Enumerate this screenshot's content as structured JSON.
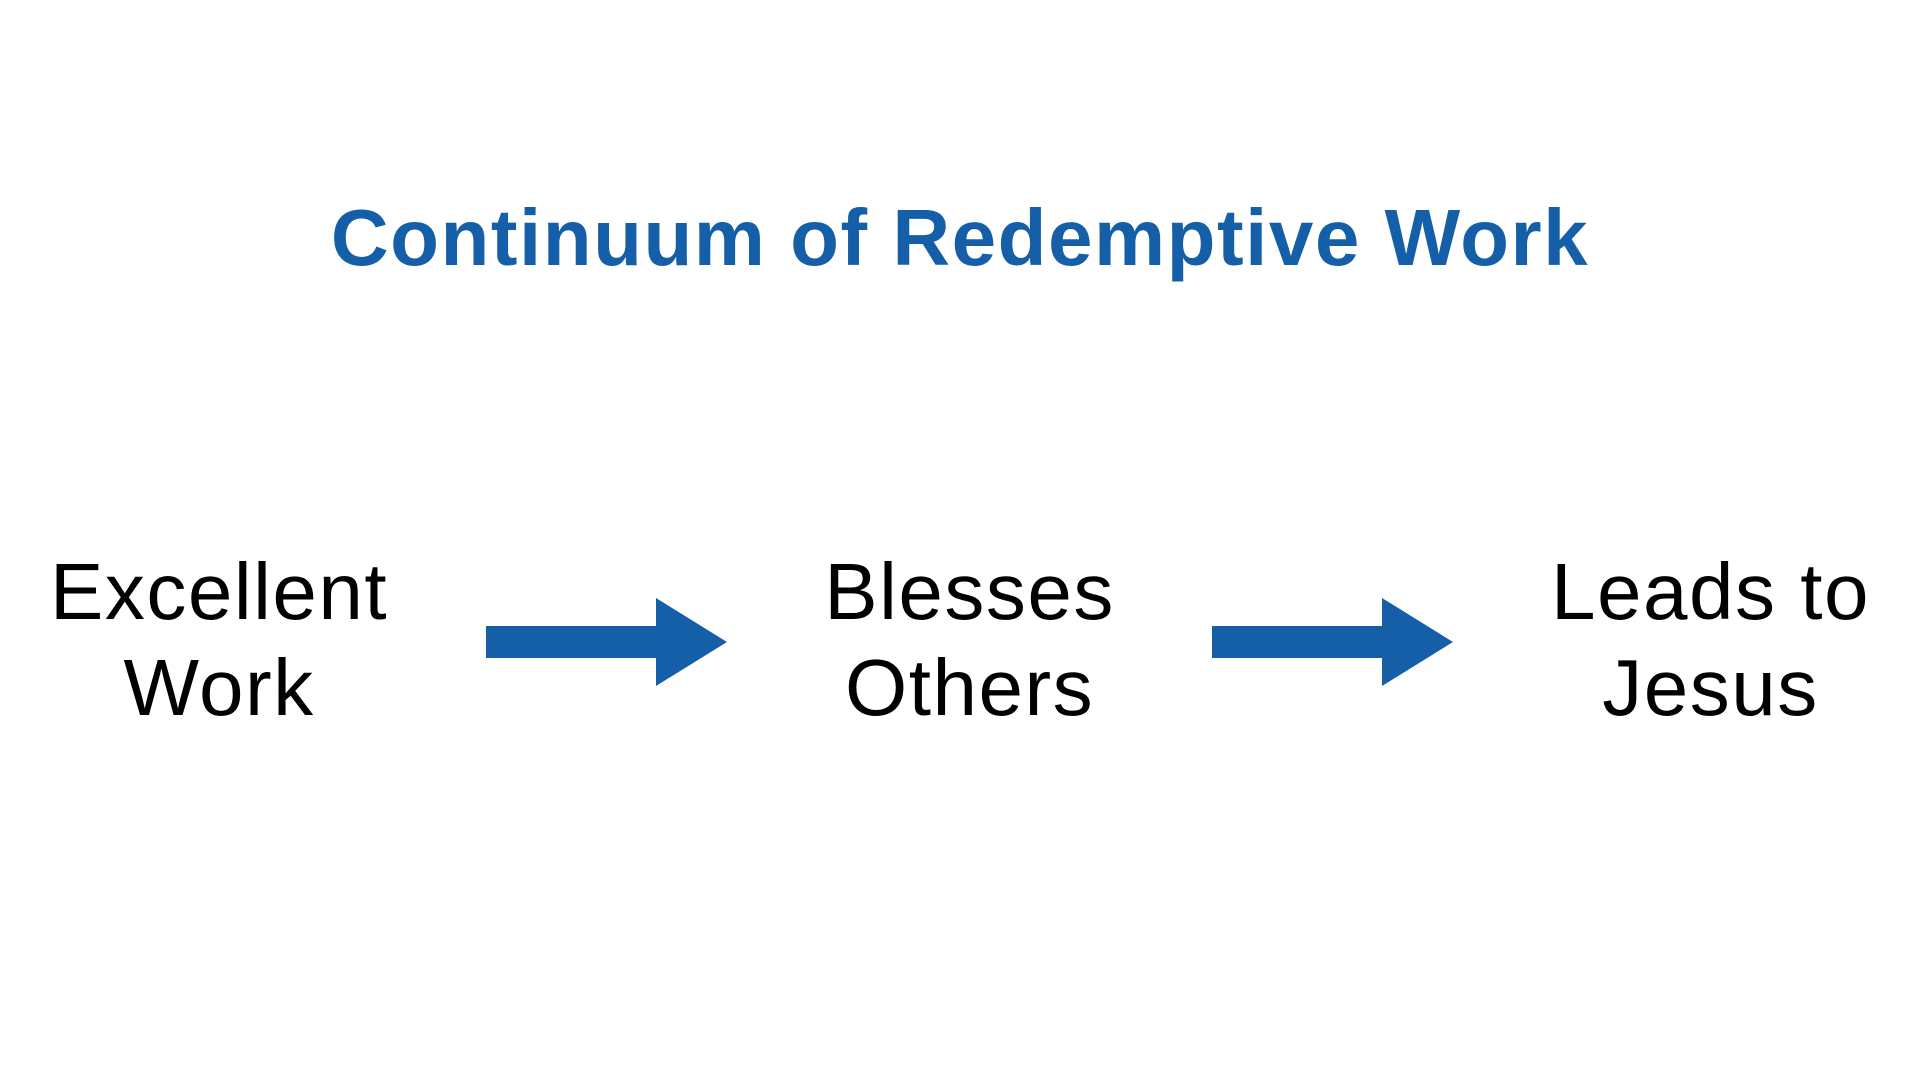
{
  "title": "Continuum of Redemptive Work",
  "flow": {
    "steps": [
      {
        "label": "Excellent\nWork"
      },
      {
        "label": "Blesses\nOthers"
      },
      {
        "label": "Leads to\nJesus"
      }
    ]
  },
  "icons": {
    "connector": "right-arrow-icon"
  },
  "colors": {
    "accent": "#155FA8",
    "text": "#000000",
    "background": "#FFFFFF"
  }
}
